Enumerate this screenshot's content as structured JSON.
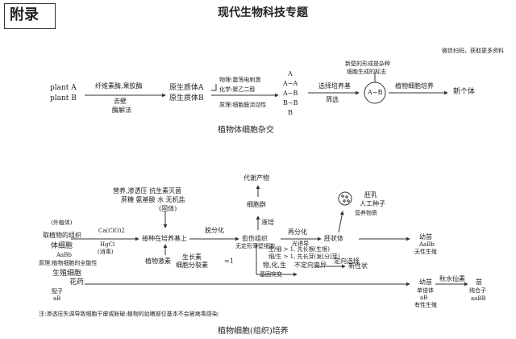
{
  "header": {
    "tag": "附录",
    "title": "现代生物科技专题",
    "wechat_note": "微信扫码，获取更多资料"
  },
  "fusion": {
    "plant_a": "plant A",
    "plant_b": "plant B",
    "enzymes": "纤维素酶,果胶酶",
    "remove_wall": "去壁",
    "enzyme_method": "酶解法",
    "proto_a": "原生质体A",
    "proto_b": "原生质体B",
    "physical": "物理:震荡电刺激",
    "chemical": "化学:聚乙二醇",
    "principle": "原理:细胞膜流动性",
    "combos": [
      "A",
      "A−A",
      "A−B",
      "B−B",
      "B"
    ],
    "select_medium": "选择培养基",
    "screen": "筛选",
    "hybrid_cell": "A−B",
    "wall_note_1": "新壁的形成是杂种",
    "wall_note_2": "细胞生成的标志",
    "culture": "植物细胞培养",
    "new_individual": "新个体",
    "caption": "植物体细胞杂交"
  },
  "tissue": {
    "conditions": "营养,渗透压 抗生素灭菌",
    "nutrients": "蔗糖 氨基酸 水 无机盐",
    "solid": "(固体)",
    "source_label": "(外植体)",
    "take_tissue": "取植物的组织",
    "body_cell": "体细胞",
    "body_genotype": "AaBb",
    "principle": "原理:植物细胞的全能性",
    "germ_cell": "生殖细胞",
    "anther": "花药",
    "gamete": "配子",
    "gamete_genotype": "aB",
    "sterilize": "Ca(ClO)2",
    "hgcl": "HgCl",
    "sterilize_note": "(消毒)",
    "inoculate": "接种在培养基上",
    "hormone": "植物激素",
    "auxin": "生长素",
    "cytokinin": "细胞分裂素",
    "ratio": "=1",
    "dediff": "脱分化",
    "callus": "愈伤组织",
    "callus_desc": "无定形薄壁细胞",
    "metabolite": "代谢产物",
    "cell_group": "细胞群",
    "liquid_culture": "液培",
    "rediff": "再分化",
    "embryoid": "胚状体",
    "light_induce": "光诱导",
    "rule1": "生/细 > 1, 先长根(生根)",
    "rule2": "细/生 > 1, 先长芽(发[分]芽)",
    "embryo": "胚乳",
    "artificial_seed": "人工种子",
    "coat": "营养物质",
    "mutagen": "物,化,生",
    "undirected": "不定向变异",
    "directed": "定向选择",
    "new_trait": "新性状",
    "mutation": "基因突变",
    "seedling": "幼苗",
    "seedling_genotype": "AaBb",
    "asexual": "无性生殖",
    "seedling2": "幼苗",
    "haploid": "单倍体",
    "haploid_genotype": "aB",
    "sexual": "有性生殖",
    "colchicine": "秋水仙素",
    "shoot": "苗",
    "pure": "纯合子",
    "pure_genotype": "aaBB",
    "note": "注:渗透压失调导致细胞干瘪或胀破;植物的幼嫩部位基本不会被病毒感染;",
    "caption": "植物细胞(组织)培养"
  }
}
